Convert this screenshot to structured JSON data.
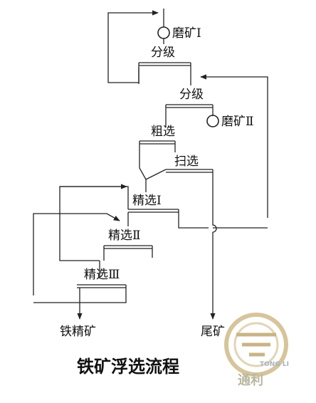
{
  "diagram": {
    "title": "铁矿浮选流程",
    "nodes": {
      "grind1": "磨矿Ⅰ",
      "classify1": "分级",
      "classify2": "分级",
      "grind2": "磨矿Ⅱ",
      "rougher": "粗选",
      "scavenger": "扫选",
      "cleaner1": "精选Ⅰ",
      "cleaner2": "精选Ⅱ",
      "cleaner3": "精选Ⅲ"
    },
    "outputs": {
      "concentrate": "铁精矿",
      "tailings": "尾矿"
    }
  },
  "watermark": {
    "brand_cn": "通利",
    "brand_en": "TONG LI",
    "color": "#b89b5e"
  }
}
